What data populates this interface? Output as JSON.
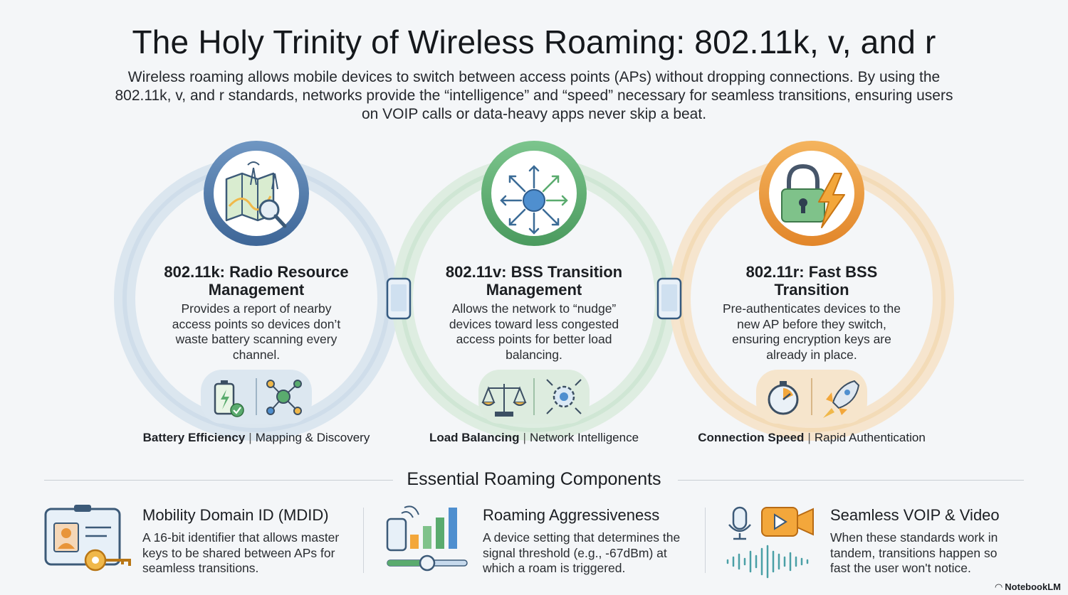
{
  "title": "The Holy Trinity of Wireless Roaming: 802.11k, v, and r",
  "subtitle": "Wireless roaming allows mobile devices to switch between access points (APs) without dropping connections. By using the 802.11k, v, and r standards, networks provide the “intelligence” and “speed” necessary for seamless transitions, ensuring users on VOIP calls or data-heavy apps never skip a beat.",
  "colors": {
    "k": "#4a78a8",
    "v": "#5aab6e",
    "r": "#e8953a"
  },
  "pillars": [
    {
      "title": "802.11k: Radio Resource Management",
      "desc": "Provides a report of nearby access points so devices don’t waste battery scanning every channel.",
      "tag_bold": "Battery Efficiency",
      "tag_rest": "Mapping & Discovery",
      "icon": "map-search-icon",
      "sub_icons": [
        "battery-check-icon",
        "network-nodes-icon"
      ]
    },
    {
      "title": "802.11v: BSS Transition Management",
      "desc": "Allows the network to “nudge” devices toward less congested access points for better load balancing.",
      "tag_bold": "Load Balancing",
      "tag_rest": "Network Intelligence",
      "icon": "arrows-hub-icon",
      "sub_icons": [
        "scale-icon",
        "network-gear-icon"
      ]
    },
    {
      "title": "802.11r: Fast BSS Transition",
      "desc": "Pre-authenticates devices to the new AP before they switch, ensuring encryption keys are already in place.",
      "tag_bold": "Connection Speed",
      "tag_rest": "Rapid Authentication",
      "icon": "lock-bolt-icon",
      "sub_icons": [
        "stopwatch-icon",
        "rocket-icon"
      ]
    }
  ],
  "essentials_title": "Essential Roaming Components",
  "components": [
    {
      "title": "Mobility Domain ID (MDID)",
      "desc": "A 16-bit identifier that allows master keys to be shared between APs for seamless transitions.",
      "icon": "id-card-key-icon"
    },
    {
      "title": "Roaming Aggressiveness",
      "desc": "A device setting that determines the signal threshold (e.g., -67dBm) at which a roam is triggered.",
      "icon": "signal-slider-icon"
    },
    {
      "title": "Seamless VOIP & Video",
      "desc": "When these standards work in tandem, transitions happen so fast the user won't notice.",
      "icon": "mic-video-icon"
    }
  ],
  "brand": "NotebookLM"
}
